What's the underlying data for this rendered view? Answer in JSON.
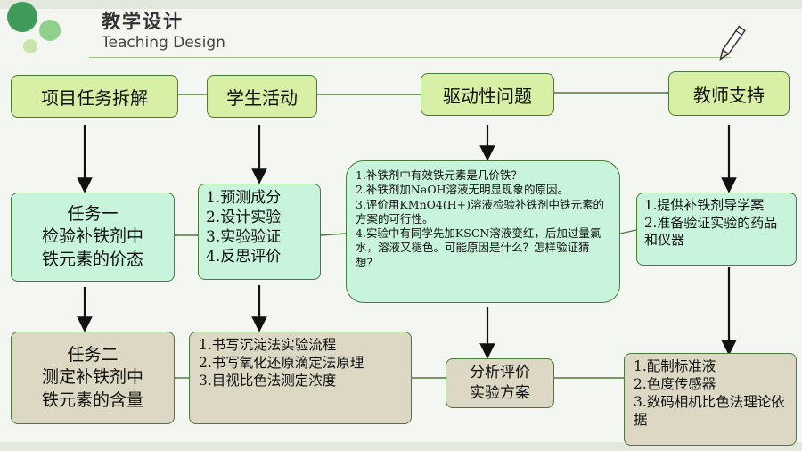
{
  "header": {
    "title_cn": "教学设计",
    "title_en": "Teaching Design"
  },
  "columns": {
    "col1": "项目任务拆解",
    "col2": "学生活动",
    "col3": "驱动性问题",
    "col4": "教师支持"
  },
  "task1": {
    "line1": "任务一",
    "line2": "检验补铁剂中",
    "line3": "铁元素的价态"
  },
  "task2": {
    "line1": "任务二",
    "line2": "测定补铁剂中",
    "line3": "铁元素的含量"
  },
  "activities1": [
    "1.预测成分",
    "2.设计实验",
    "3.实验验证",
    "4.反思评价"
  ],
  "activities2": [
    "1.书写沉淀法实验流程",
    "2.书写氧化还原滴定法原理",
    "3.目视比色法测定浓度"
  ],
  "questions": [
    "1.补铁剂中有效铁元素是几价铁？",
    "2.补铁剂加NaOH溶液无明显现象的原因。",
    "3.评价用KMnO4(H+)溶液检验补铁剂中铁元素的方案的可行性。",
    "4.实验中有同学先加KSCN溶液变红，后加过量氯水，溶液又褪色。可能原因是什么？怎样验证猜想？"
  ],
  "evaluation": {
    "line1": "分析评价",
    "line2": "实验方案"
  },
  "support1": [
    "1.提供补铁剂导学案",
    "2.准备验证实验的药品和仪器"
  ],
  "support2": [
    "1.配制标准液",
    "2.色度传感器",
    "3.数码相机比色法理论依据"
  ],
  "colors": {
    "header_fill": "#d7f0a6",
    "mint_fill": "#c9f4dc",
    "tan_fill": "#dcd8c4",
    "border": "#4b7a3a"
  }
}
